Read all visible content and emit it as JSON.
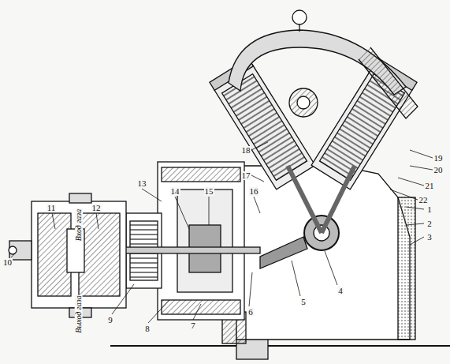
{
  "diagram": {
    "labels": [
      "1",
      "2",
      "3",
      "4",
      "5",
      "6",
      "7",
      "8",
      "9",
      "10",
      "11",
      "12",
      "13",
      "14",
      "15",
      "16",
      "17",
      "18",
      "19",
      "20",
      "21",
      "22",
      "Вход газа",
      "Выход газа"
    ]
  }
}
